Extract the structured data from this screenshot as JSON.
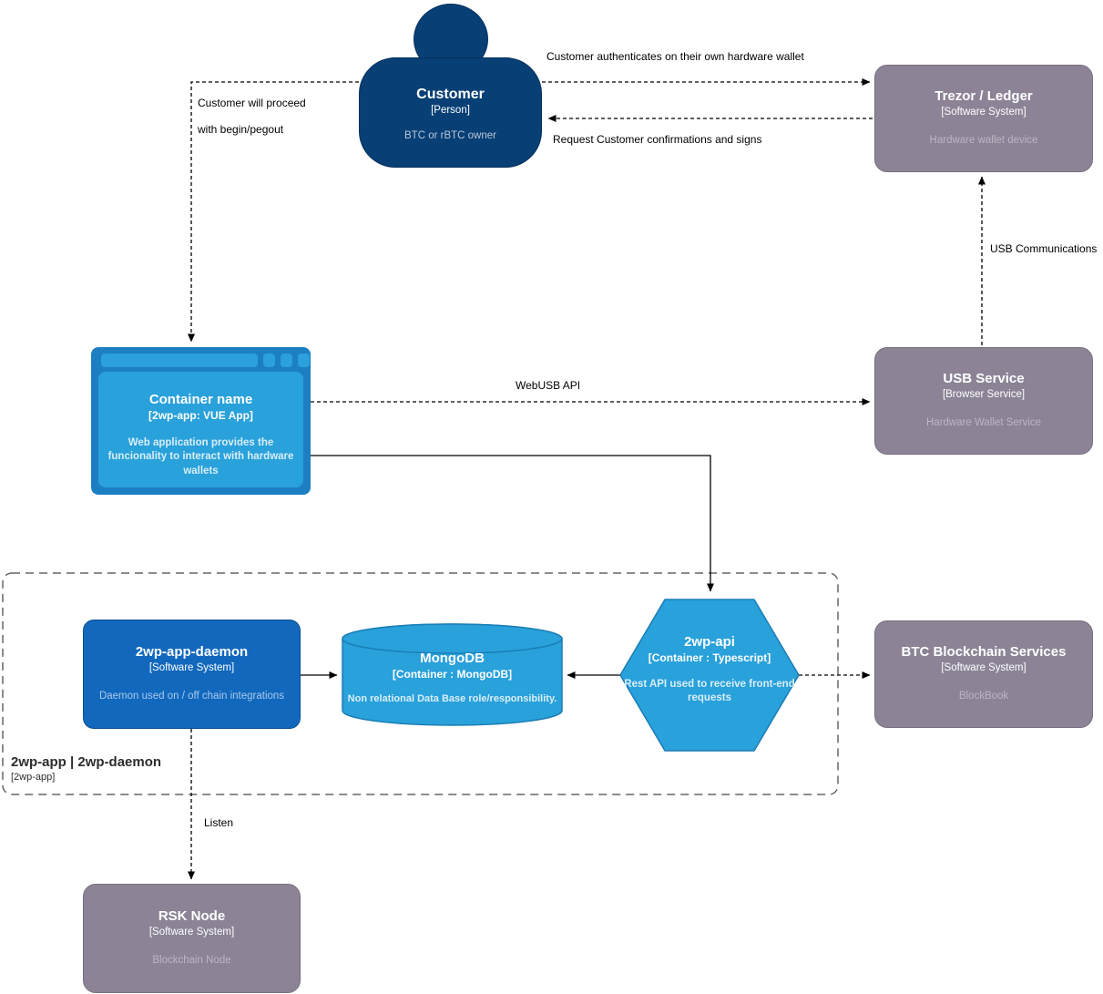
{
  "colors": {
    "person_fill": "#083F75",
    "system_fill": "#1168BD",
    "container_fill": "#29a1db",
    "browser_frame_fill": "#1c7fc2",
    "external_fill": "#8C8496",
    "edge_stroke": "#000000",
    "boundary_stroke": "#666666"
  },
  "nodes": {
    "customer": {
      "title": "Customer",
      "subtitle": "[Person]",
      "desc": "BTC or rBTC owner"
    },
    "trezor": {
      "title": "Trezor / Ledger",
      "subtitle": "[Software System]",
      "desc": "Hardware wallet device"
    },
    "webapp": {
      "title": "Container name",
      "subtitle": "[2wp-app: VUE App]",
      "desc": "Web application provides the funcionality to interact with hardware wallets"
    },
    "usb_service": {
      "title": "USB Service",
      "subtitle": "[Browser Service]",
      "desc": "Hardware Wallet Service"
    },
    "daemon": {
      "title": "2wp-app-daemon",
      "subtitle": "[Software System]",
      "desc": "Daemon used on / off chain integrations"
    },
    "mongodb": {
      "title": "MongoDB",
      "subtitle": "[Container : MongoDB]",
      "desc": "Non relational Data Base role/responsibility."
    },
    "api": {
      "title": "2wp-api",
      "subtitle": "[Container : Typescript]",
      "desc": "Rest API used to receive front-end requests"
    },
    "btc_services": {
      "title": "BTC Blockchain Services",
      "subtitle": "[Software System]",
      "desc": "BlockBook"
    },
    "rsk_node": {
      "title": "RSK Node",
      "subtitle": "[Software System]",
      "desc": "Blockchain Node"
    }
  },
  "boundary": {
    "title": "2wp-app | 2wp-daemon",
    "subtitle": "[2wp-app]"
  },
  "edges": {
    "auth": "Customer authenticates on their own hardware wallet",
    "request": "Request Customer confirmations and signs",
    "proceed_line1": "Customer will proceed",
    "proceed_line2": "with begin/pegout",
    "webusb": "WebUSB API",
    "usb_comm": "USB Communications",
    "listen": "Listen"
  }
}
